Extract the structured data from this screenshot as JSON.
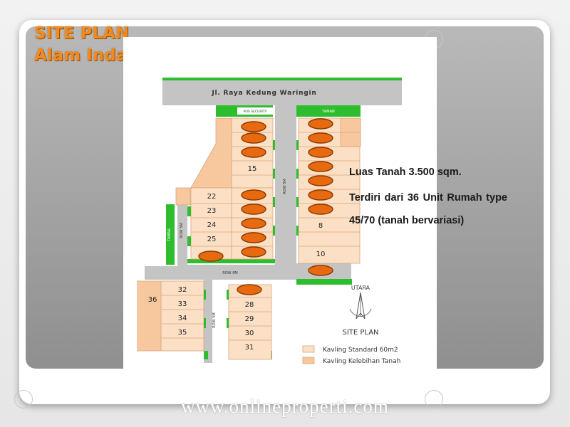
{
  "slide": {
    "title_line1": "SITE PLAN",
    "title_line2": "Alam Indah Residences I",
    "watermark": "www.onlineproperti.com",
    "colors": {
      "title": "#f28a1e",
      "road": "#c4c4c4",
      "green": "#2ebd2e",
      "lot_standard": "#fce0c6",
      "lot_excess": "#f7c79e",
      "marker_fill": "#e86a10",
      "marker_stroke": "#8a3a00"
    }
  },
  "site_plan": {
    "main_road": "Jl. Raya Kedung Waringin",
    "security_post": "POS SECURITY",
    "green_top_right": "TAMAN",
    "green_left": "TAMAN",
    "row_main_vertical": "ROW 5M",
    "row_left_vertical": "ROW 5M",
    "row_horizontal": "ROW 6M",
    "row_lower_vertical": "ROW 5M",
    "lot_numbers": {
      "n15": "15",
      "n22": "22",
      "n23": "23",
      "n24": "24",
      "n25": "25",
      "n8": "8",
      "n10": "10",
      "n32": "32",
      "n33": "33",
      "n34": "34",
      "n35": "35",
      "n36": "36",
      "n28": "28",
      "n29": "29",
      "n30": "30",
      "n31": "31"
    },
    "compass_label": "UTARA",
    "plan_label": "SITE PLAN",
    "legend": {
      "standard": "Kavling Standard 60m2",
      "excess": "Kavling Kelebihan Tanah"
    }
  },
  "info": {
    "area": "Luas Tanah 3.500 sqm.",
    "description": "Terdiri dari 36 Unit Rumah type 45/70 (tanah bervariasi)"
  }
}
